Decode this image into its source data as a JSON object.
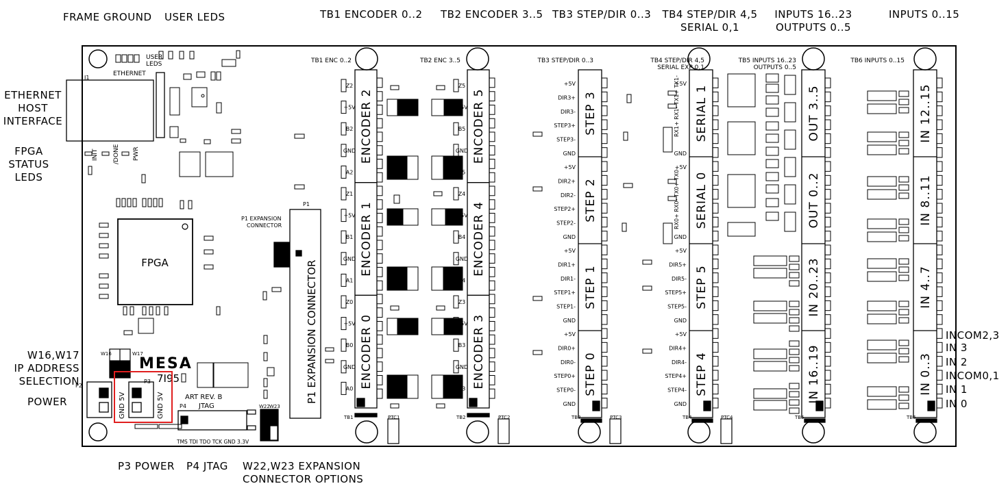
{
  "colors": {
    "board": "#000000",
    "highlight": "#e01e1e",
    "background": "#ffffff"
  },
  "top_labels": {
    "frame_ground": "FRAME GROUND",
    "user_leds": "USER LEDS",
    "tb1": "TB1 ENCODER 0..2",
    "tb2": "TB2 ENCODER 3..5",
    "tb3": "TB3 STEP/DIR 0..3",
    "tb4_line1": "TB4 STEP/DIR 4,5",
    "tb4_line2": "SERIAL 0,1",
    "tb5_line1": "INPUTS 16..23",
    "tb5_line2": "OUTPUTS 0..5",
    "tb6": "INPUTS 0..15"
  },
  "left_labels": {
    "ethernet": [
      "ETHERNET",
      "HOST",
      "INTERFACE"
    ],
    "fpga_leds": [
      "FPGA",
      "STATUS",
      "LEDS"
    ],
    "ip_select": [
      "W16,W17",
      "IP ADDRESS",
      "SELECTION"
    ],
    "power": "POWER"
  },
  "right_labels": [
    "INCOM2,3",
    "IN 3",
    "IN 2",
    "INCOM0,1",
    "IN 1",
    "IN 0"
  ],
  "bottom_labels": {
    "p3": "P3 POWER",
    "p4": "P4 JTAG",
    "w22_line1": "W22,W23 EXPANSION",
    "w22_line2": "CONNECTOR OPTIONS"
  },
  "board": {
    "ethernet_label": "ETHERNET",
    "user_leds": [
      "USER",
      "LEDS"
    ],
    "fpga": "FPGA",
    "mesa": "MESA",
    "model": "7I95",
    "art_rev": "ART REV. B",
    "jtag": "JTAG",
    "jtag_pins": "TMS TDI TDO TCK GND 3.3V",
    "p1_title": [
      "P1 EXPANSION",
      "CONNECTOR"
    ],
    "p1_vertical": "P1 EXPANSION CONNECTOR",
    "p2_label": "GND 5V",
    "p3_label": "GND 5V",
    "init": "INIT",
    "done": "/DONE",
    "pwr": "PWR",
    "tb1_hdr": "TB1 ENC 0..2",
    "tb2_hdr": "TB2 ENC 3..5",
    "tb3_hdr": "TB3 STEP/DIR 0..3",
    "tb4_hdr": [
      "TB4 STEP/DIR 4,5",
      "SERIAL EXP 0,1"
    ],
    "tb5_hdr": [
      "TB5 INPUTS 16..23",
      "OUTPUTS 0..5"
    ],
    "tb6_hdr": "TB6 INPUTS 0..15",
    "enc_left": [
      "ENCODER 2",
      "ENCODER 1",
      "ENCODER 0"
    ],
    "enc_right": [
      "ENCODER 5",
      "ENCODER 4",
      "ENCODER 3"
    ],
    "enc_pins_left": [
      "Z2",
      "+5V",
      "B2",
      "GND",
      "A2",
      "Z1",
      "+5V",
      "B1",
      "GND",
      "A1",
      "Z0",
      "+5V",
      "B0",
      "GND",
      "A0"
    ],
    "enc_pins_right": [
      "Z5",
      "+5V",
      "B5",
      "GND",
      "A5",
      "Z4",
      "+5V",
      "B4",
      "GND",
      "A4",
      "Z3",
      "+5V",
      "B3",
      "GND",
      "A3"
    ],
    "step_groups": [
      "STEP 3",
      "STEP 2",
      "STEP 1",
      "STEP 0"
    ],
    "step_pins": [
      "+5V",
      "DIR3+",
      "DIR3-",
      "STEP3+",
      "STEP3-",
      "GND",
      "+5V",
      "DIR2+",
      "DIR2-",
      "STEP2+",
      "STEP2-",
      "GND",
      "+5V",
      "DIR1+",
      "DIR1-",
      "STEP1+",
      "STEP1-",
      "GND",
      "+5V",
      "DIR0+",
      "DIR0-",
      "STEP0+",
      "STEP0-",
      "GND"
    ],
    "tb4_groups": [
      "SERIAL 1",
      "SERIAL 0",
      "STEP 5",
      "STEP 4"
    ],
    "tb4_pins": [
      "+5V",
      "",
      "",
      "",
      "",
      "GND",
      "+5V",
      "",
      "",
      "",
      "",
      "GND",
      "+5V",
      "DIR5+",
      "DIR5-",
      "STEP5+",
      "STEP5-",
      "GND",
      "+5V",
      "DIR4+",
      "DIR4-",
      "STEP4+",
      "STEP4-",
      "GND"
    ],
    "serial1_pins": "RX1+ RX1- TX1+ TX1-",
    "serial0_pins": "RX0+ RX0- TX0+ TX0-",
    "tb5_groups": [
      "OUT 3..5",
      "OUT 0..2",
      "IN 20..23",
      "IN 16..19"
    ],
    "tb6_groups": [
      "IN 12..15",
      "IN 8..11",
      "IN 4..7",
      "IN 0..3"
    ],
    "tb_bottom": [
      "TB1",
      "TB2",
      "TB3",
      "TB4",
      "TB5",
      "TB6"
    ],
    "ptc": [
      "PTC1",
      "PTC2",
      "PTC3",
      "PTC4"
    ],
    "p1": "P1",
    "p2": "P2",
    "p3": "P3",
    "p4": "P4",
    "j1": "J1",
    "w16": "W16",
    "w17": "W17",
    "w22": "W22",
    "w23": "W23"
  }
}
